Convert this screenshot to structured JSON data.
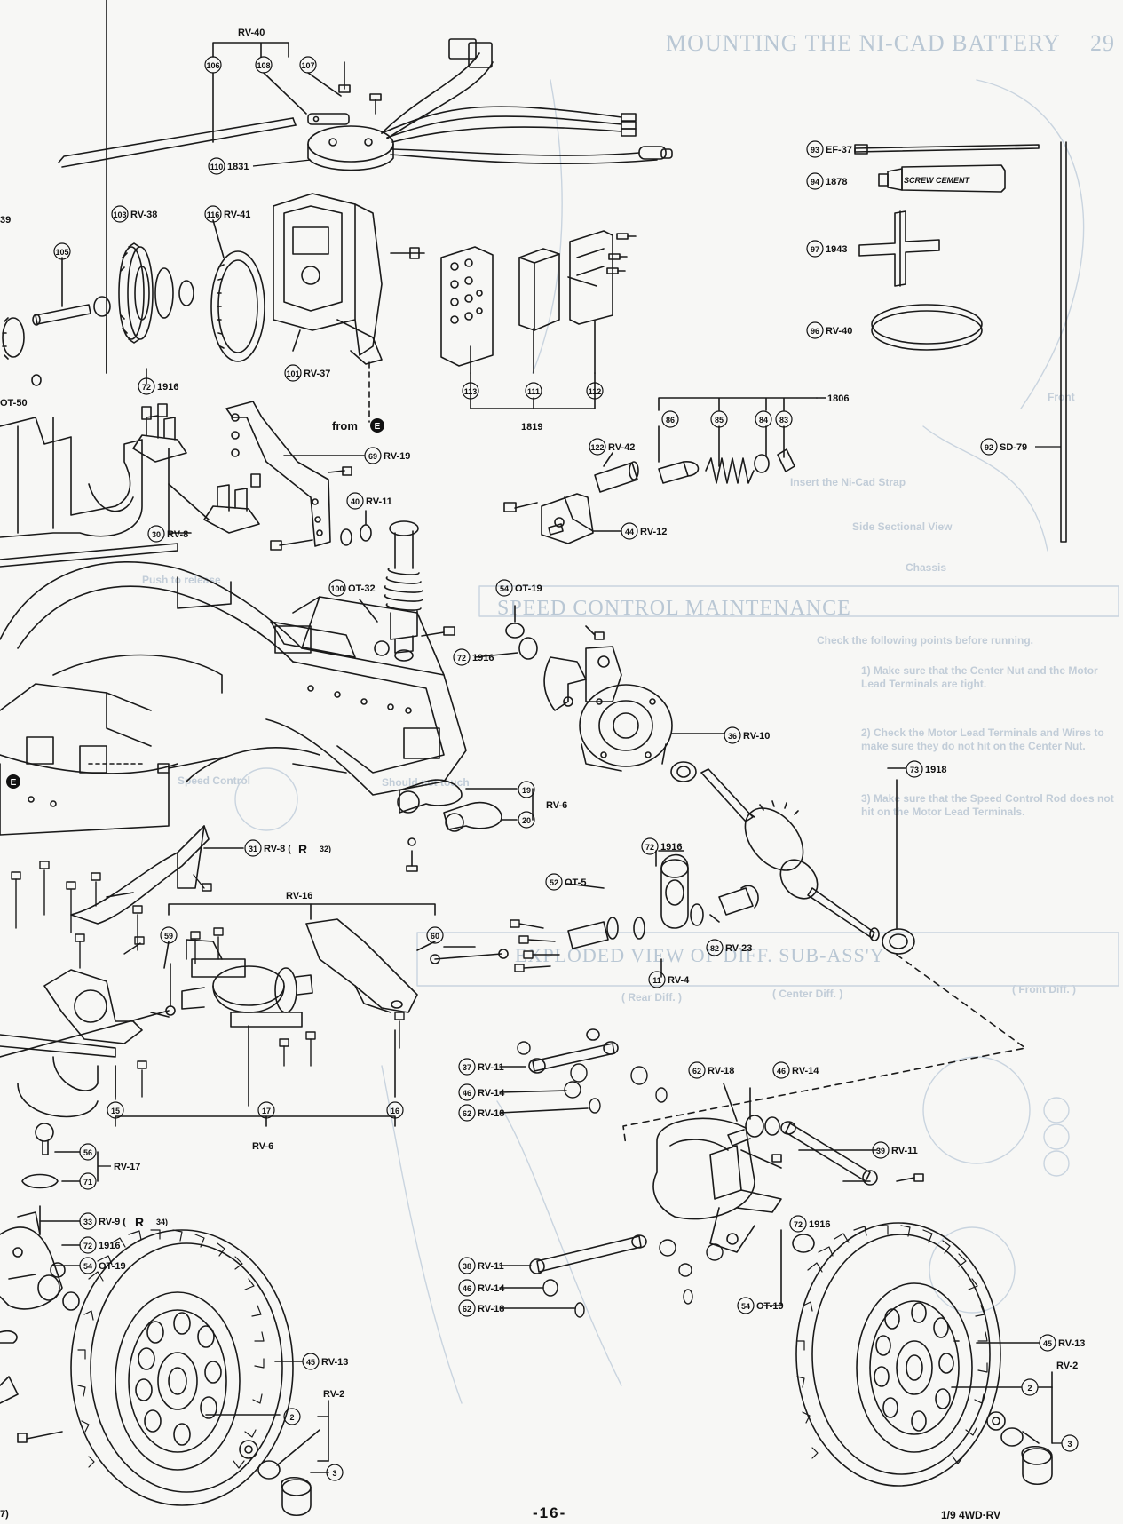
{
  "background_page": {
    "section_header_top": "MOUNTING THE NI-CAD BATTERY",
    "section_number": "29",
    "section_header_mid": "SPEED CONTROL MAINTENANCE",
    "section_header_bottom": "EXPLODED VIEW OF DIFF. SUB-ASS'Y",
    "check_points_intro": "Check the following points before running.",
    "check_point_1": "1) Make sure that the Center Nut and the Motor Lead Terminals are tight.",
    "check_point_2": "2) Check the Motor Lead Terminals and Wires to make sure they do not hit on the Center Nut.",
    "check_point_3": "3) Make sure that the Speed Control Rod does not hit on the Motor Lead Terminals.",
    "diff_captions": [
      "( Front Diff. )",
      "( Center Diff. )",
      "( Rear Diff. )"
    ],
    "ghost_notes": [
      "Side Sectional View",
      "Chassis",
      "Insert the Ni-Cad Strap",
      "Front",
      "Should not touch",
      "Speed Control",
      "Push to release"
    ]
  },
  "callouts": {
    "rv40_top": "RV-40",
    "p106": "106",
    "p108": "108",
    "p107": "107",
    "p110": "110",
    "p110_code": "1831",
    "p103": "103",
    "p103_code": "RV-38",
    "p116": "116",
    "p116_code": "RV-41",
    "p105": "105",
    "p101": "101",
    "p101_code": "RV-37",
    "p72a": "72",
    "p72a_code": "1916",
    "from_e": "from",
    "e_letter": "E",
    "p113": "113",
    "p111": "111",
    "p112": "112",
    "c1819": "1819",
    "c1806": "1806",
    "p86": "86",
    "p85": "85",
    "p84": "84",
    "p83": "83",
    "p122": "122",
    "p122_code": "RV-42",
    "p44": "44",
    "p44_code": "RV-12",
    "p69": "69",
    "p69_code": "RV-19",
    "p40": "40",
    "p40_code": "RV-11",
    "p30": "30",
    "p30_code": "RV-8",
    "ot50": "OT-50",
    "p39_cut": "39",
    "p100": "100",
    "p100_code": "OT-32",
    "p54a": "54",
    "p54a_code": "OT-19",
    "p72b": "72",
    "p72b_code": "1916",
    "p36": "36",
    "p36_code": "RV-10",
    "p73": "73",
    "p73_code": "1918",
    "p19": "19",
    "p20": "20",
    "rv6a": "RV-6",
    "p31": "31",
    "p31_code": "RV-8 (",
    "r_mark_1": "R",
    "p32": "32)",
    "p72c": "72",
    "p72c_code": "1916",
    "p52": "52",
    "p52_code": "OT-5",
    "p82": "82",
    "p82_code": "RV-23",
    "p11": "11",
    "p11_code": "RV-4",
    "rv16": "RV-16",
    "p59": "59",
    "p60": "60",
    "p15": "15",
    "p17": "17",
    "p16": "16",
    "rv6b": "RV-6",
    "p93": "93",
    "p93_code": "EF-37",
    "p94": "94",
    "p94_code": "1878",
    "screw_cement": "SCREW CEMENT",
    "p97": "97",
    "p97_code": "1943",
    "p96": "96",
    "p96_code": "RV-40",
    "p92": "92",
    "p92_code": "SD-79",
    "p37": "37",
    "p37_code": "RV-11",
    "p46a": "46",
    "p46a_code": "RV-14",
    "p62a": "62",
    "p62a_code": "RV-18",
    "p62b": "62",
    "p62b_code": "RV-18",
    "p46b": "46",
    "p46b_code": "RV-14",
    "p39": "39",
    "p39_code": "RV-11",
    "p56": "56",
    "p71": "71",
    "rv17": "RV-17",
    "p33": "33",
    "p33_code": "RV-9 (",
    "r_mark_2": "R",
    "p34": "34)",
    "p72d": "72",
    "p72d_code": "1916",
    "p54b": "54",
    "p54b_code": "OT-19",
    "p38": "38",
    "p38_code": "RV-11",
    "p46c": "46",
    "p46c_code": "RV-14",
    "p62c": "62",
    "p62c_code": "RV-18",
    "p72e": "72",
    "p72e_code": "1916",
    "p54c": "54",
    "p54c_code": "OT-19",
    "p45a": "45",
    "p45a_code": "RV-13",
    "p45b": "45",
    "p45b_code": "RV-13",
    "rv2a": "RV-2",
    "p2a": "2",
    "p3a": "3",
    "rv2b": "RV-2",
    "p2b": "2",
    "p3b": "3",
    "p7_cut": "7)"
  },
  "footer": {
    "page_number": "-16-",
    "model": "1/9 4WD·RV"
  }
}
